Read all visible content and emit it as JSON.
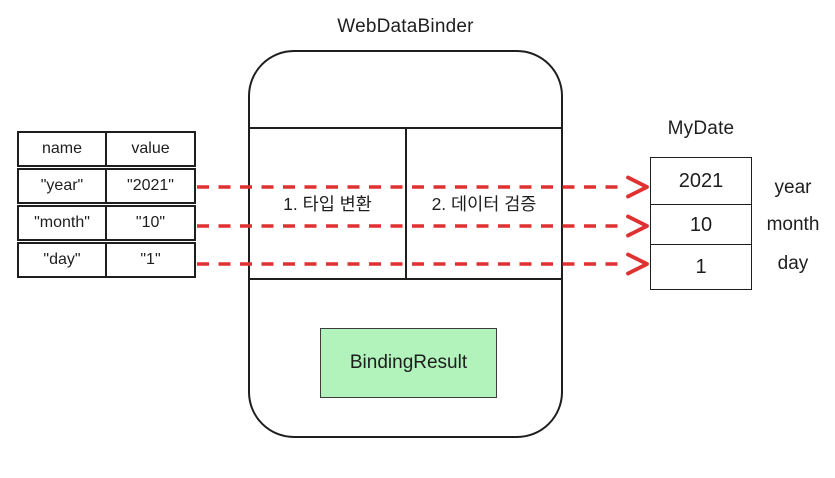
{
  "diagram": {
    "binder": {
      "title": "WebDataBinder",
      "steps": [
        {
          "label": "1. 타입 변환"
        },
        {
          "label": "2. 데이터 검증"
        }
      ],
      "result_label": "BindingResult"
    },
    "input_table": {
      "headers": {
        "name": "name",
        "value": "value"
      },
      "rows": [
        {
          "name": "\"year\"",
          "value": "\"2021\""
        },
        {
          "name": "\"month\"",
          "value": "\"10\""
        },
        {
          "name": "\"day\"",
          "value": "\"1\""
        }
      ]
    },
    "output": {
      "title": "MyDate",
      "fields": [
        {
          "value": "2021",
          "label": "year"
        },
        {
          "value": "10",
          "label": "month"
        },
        {
          "value": "1",
          "label": "day"
        }
      ]
    },
    "colors": {
      "arrow_red": "#e03131",
      "stroke_ink": "#1e1e1e",
      "result_green_fill": "#b2f2bb"
    }
  }
}
